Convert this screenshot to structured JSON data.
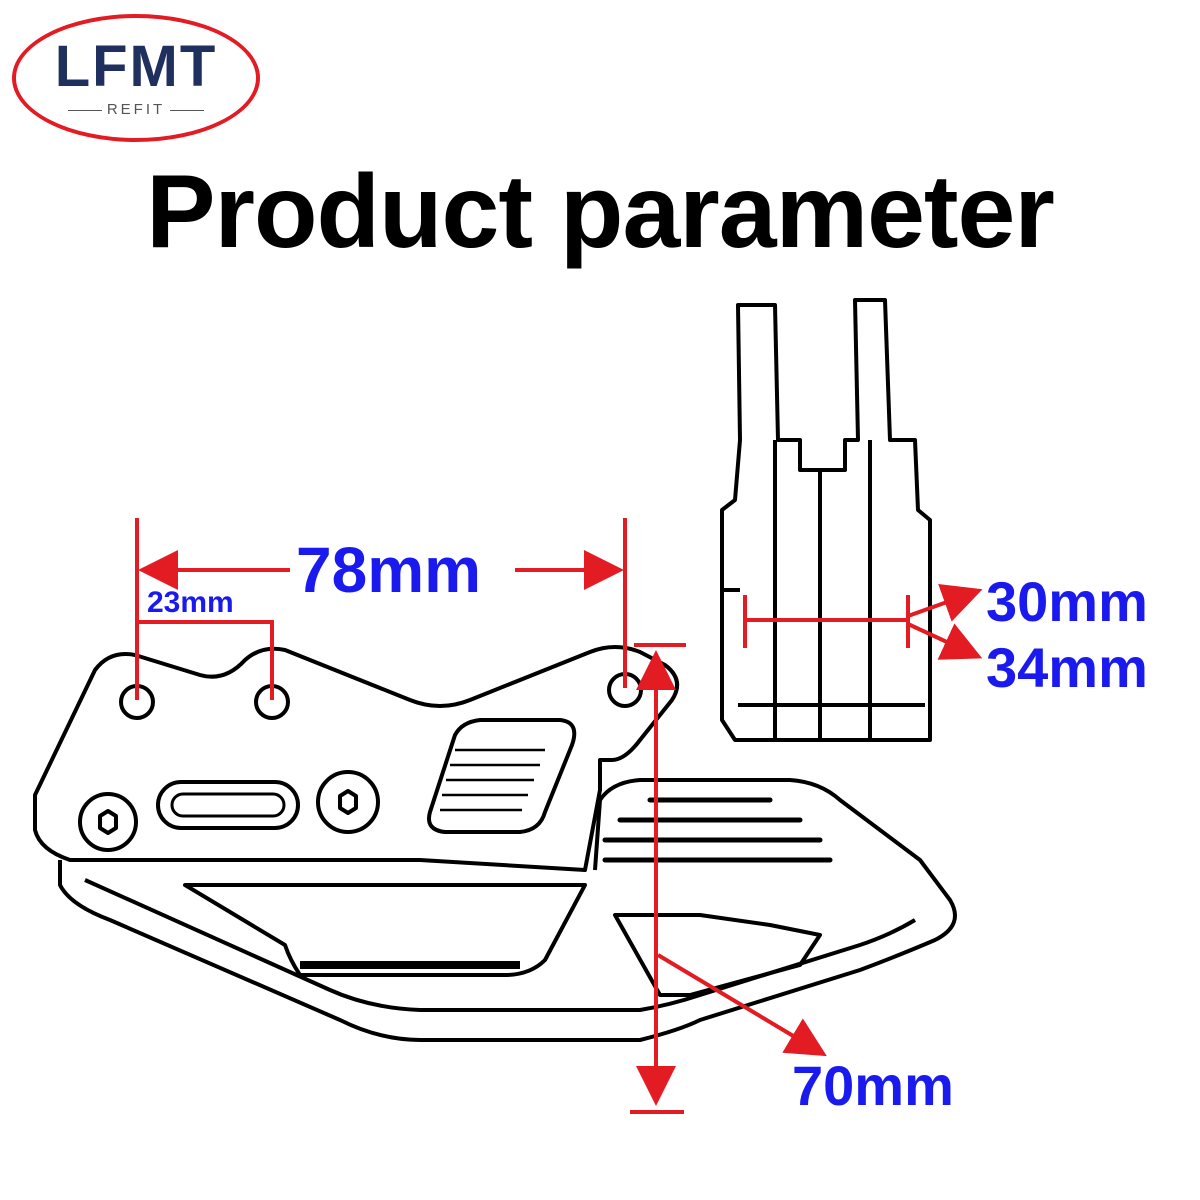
{
  "logo": {
    "main": "LFMT",
    "sub": "REFIT"
  },
  "title": "Product parameter",
  "dimensions": {
    "hole_span": "78mm",
    "hole_pitch": "23mm",
    "inner_width": "30mm",
    "outer_width": "34mm",
    "height": "70mm"
  },
  "colors": {
    "dimension_line": "#e31b23",
    "dimension_text": "#1a1aee",
    "logo_text": "#1f2f5e"
  }
}
